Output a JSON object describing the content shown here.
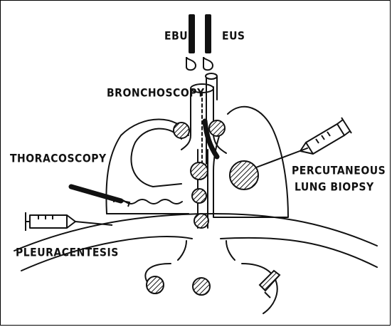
{
  "labels": {
    "ebus": "EBUS",
    "eus": "EUS",
    "bronchoscopy": "BRONCHOSCOPY",
    "thoracoscopy": "THORACOSCOPY",
    "percutaneous_line1": "PERCUTANEOUS",
    "percutaneous_line2": "LUNG BIOPSY",
    "pleuracentesis": "PLEURACENTESIS"
  }
}
